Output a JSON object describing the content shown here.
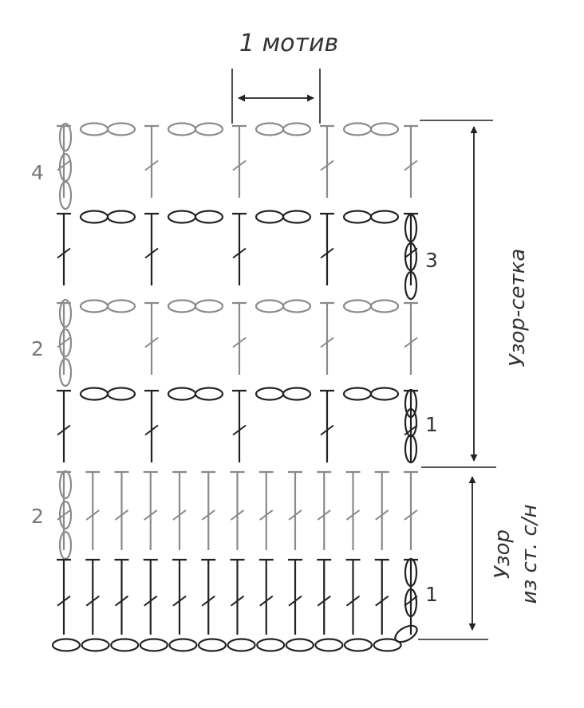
{
  "header": {
    "motif_label": "1 мотив"
  },
  "sections": {
    "mesh": {
      "label": "Узор-сетка"
    },
    "dc": {
      "label_line1": "Узор",
      "label_line2": "из ст. с/н"
    }
  },
  "row_labels": {
    "mesh_row_1": "1",
    "mesh_row_2": "2",
    "mesh_row_3": "3",
    "mesh_row_4": "4",
    "dc_row_1": "1",
    "dc_row_2": "2"
  },
  "colors": {
    "dark_row": "#222222",
    "light_row": "#8a8a8a",
    "label_dark": "#333333",
    "label_light": "#777777"
  }
}
